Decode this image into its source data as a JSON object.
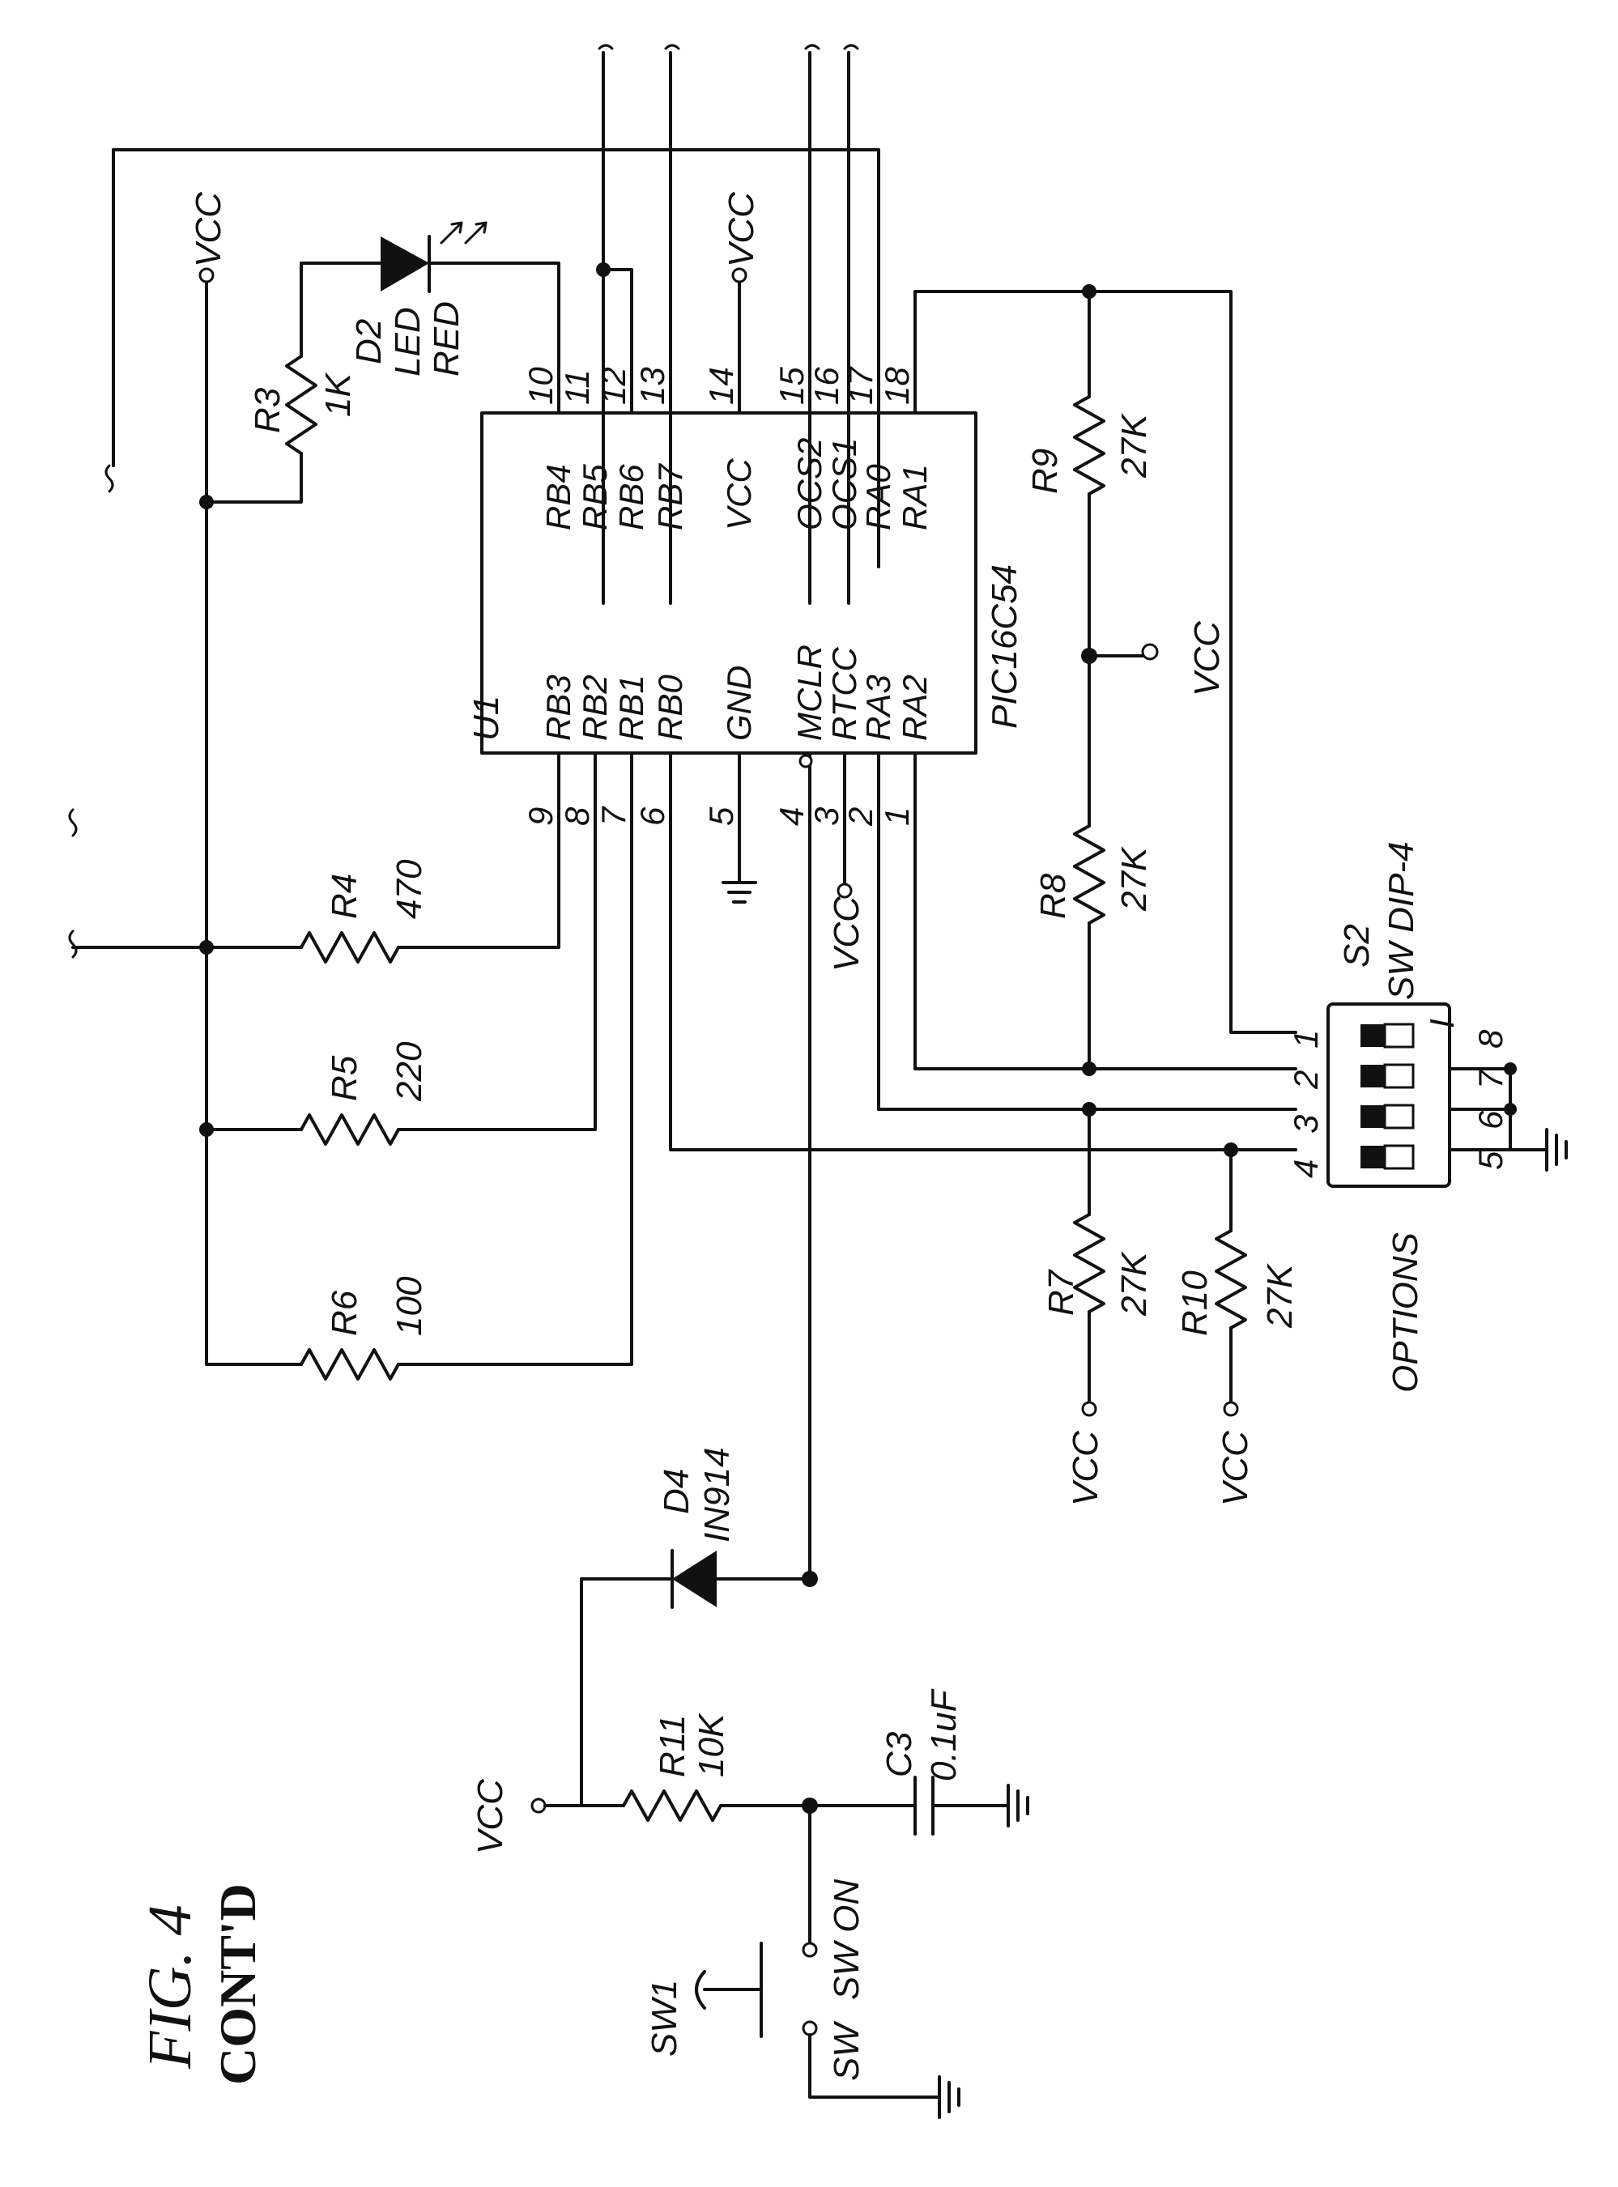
{
  "figure": {
    "title": "FIG. 4",
    "subtitle": "CONT'D"
  },
  "chip": {
    "ref": "U1",
    "part": "PIC16C54",
    "left_pins": [
      {
        "num": "9",
        "name": "RB3"
      },
      {
        "num": "8",
        "name": "RB2"
      },
      {
        "num": "7",
        "name": "RB1"
      },
      {
        "num": "6",
        "name": "RB0"
      },
      {
        "num": "5",
        "name": "GND"
      },
      {
        "num": "4",
        "name": "MCLR"
      },
      {
        "num": "3",
        "name": "RTCC"
      },
      {
        "num": "2",
        "name": "RA3"
      },
      {
        "num": "1",
        "name": "RA2"
      }
    ],
    "right_pins": [
      {
        "num": "10",
        "name": "RB4"
      },
      {
        "num": "11",
        "name": "RB5"
      },
      {
        "num": "12",
        "name": "RB6"
      },
      {
        "num": "13",
        "name": "RB7"
      },
      {
        "num": "14",
        "name": "VCC"
      },
      {
        "num": "15",
        "name": "OCS2"
      },
      {
        "num": "16",
        "name": "OCS1"
      },
      {
        "num": "17",
        "name": "RA0"
      },
      {
        "num": "18",
        "name": "RA1"
      }
    ]
  },
  "components": {
    "r3": {
      "ref": "R3",
      "value": "1K"
    },
    "d2": {
      "ref": "D2",
      "value": "LED",
      "color": "RED"
    },
    "r4": {
      "ref": "R4",
      "value": "470"
    },
    "r5": {
      "ref": "R5",
      "value": "220"
    },
    "r6": {
      "ref": "R6",
      "value": "100"
    },
    "r7": {
      "ref": "R7",
      "value": "27K"
    },
    "r8": {
      "ref": "R8",
      "value": "27K"
    },
    "r9": {
      "ref": "R9",
      "value": "27K"
    },
    "r10": {
      "ref": "R10",
      "value": "27K"
    },
    "r11": {
      "ref": "R11",
      "value": "10K"
    },
    "c3": {
      "ref": "C3",
      "value": "0.1uF"
    },
    "d4": {
      "ref": "D4",
      "value": "IN914"
    },
    "sw1": {
      "ref": "SW1",
      "terminal_a": "SW",
      "terminal_b": "SW ON"
    },
    "s2": {
      "ref": "S2",
      "value": "SW DIP-4",
      "caption": "OPTIONS",
      "pins_top": [
        "4",
        "3",
        "2",
        "1"
      ],
      "pins_bottom": [
        "5",
        "6",
        "7",
        "8"
      ],
      "mark": "I"
    }
  },
  "power": {
    "vcc": "VCC"
  }
}
